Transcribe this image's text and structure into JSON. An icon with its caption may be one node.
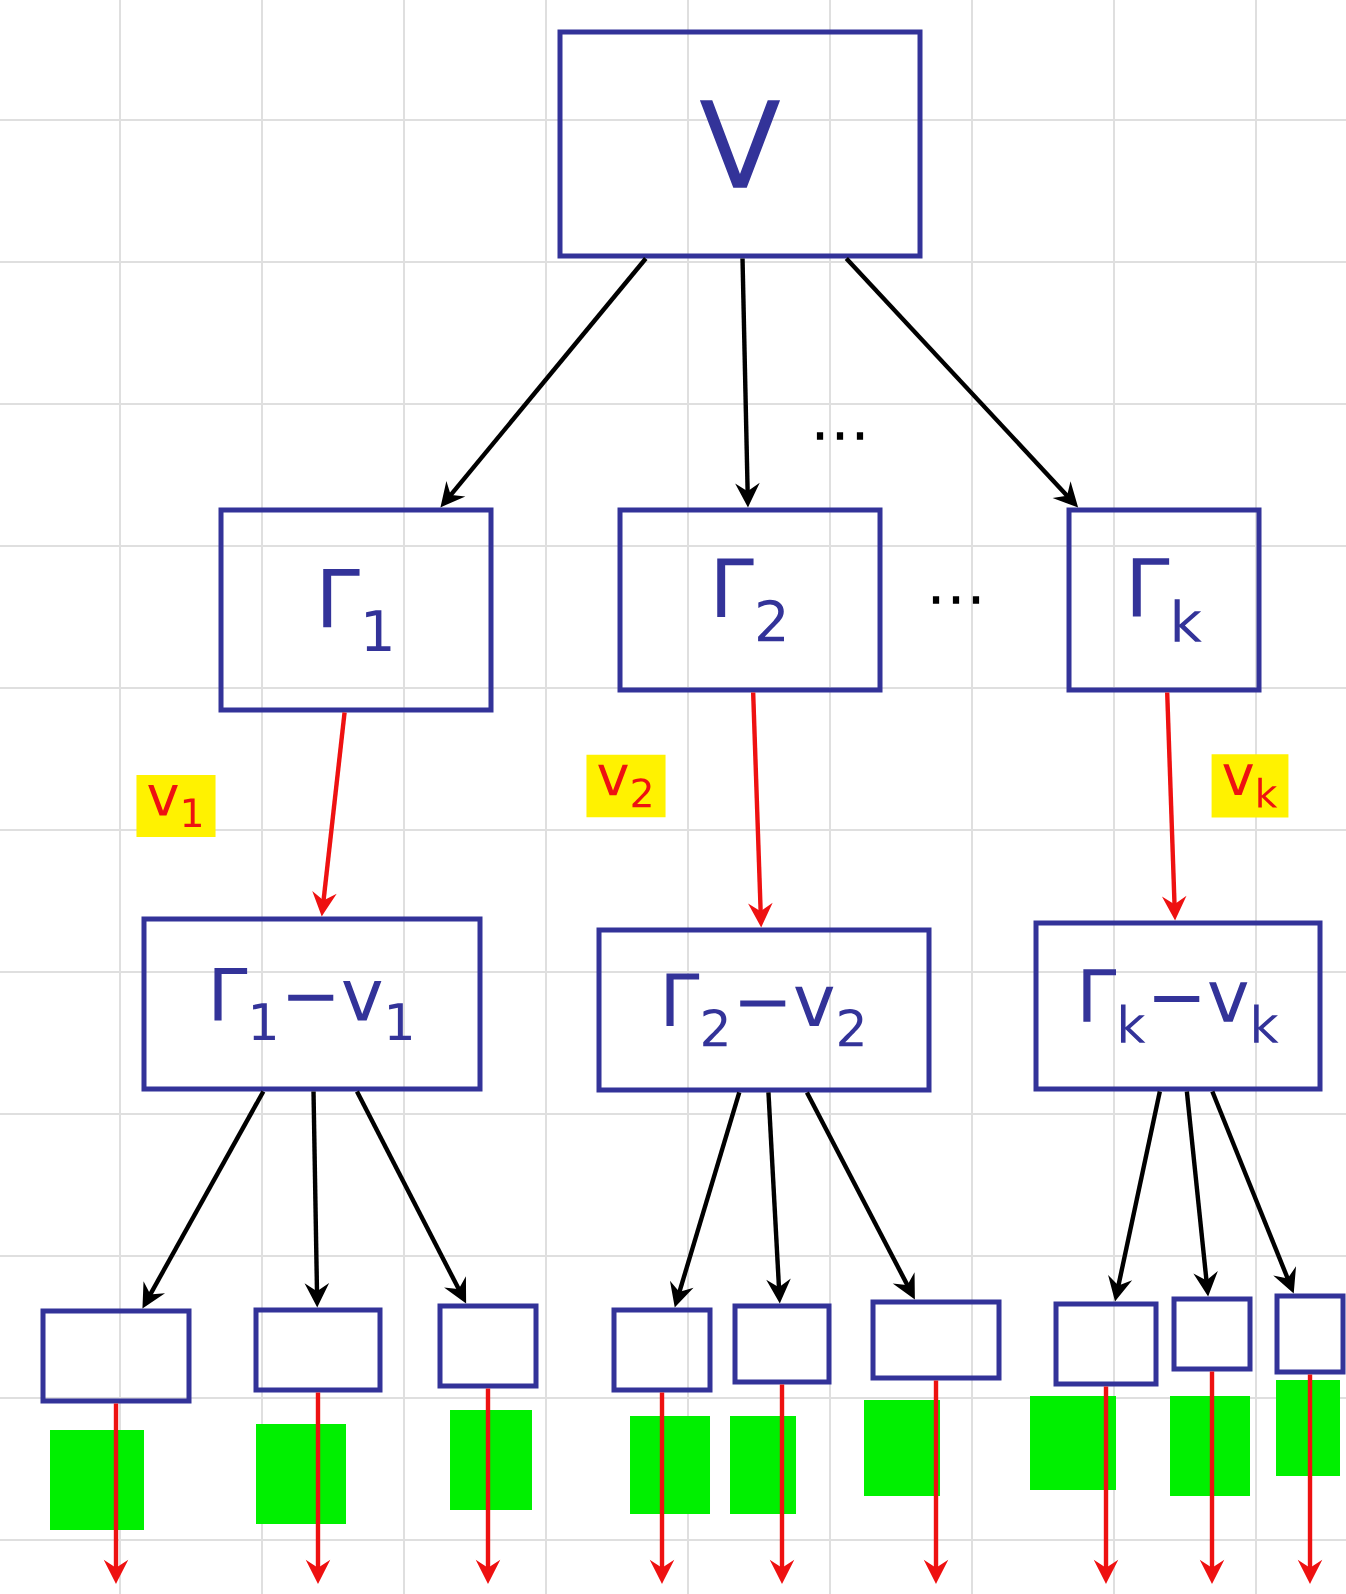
{
  "diagram": {
    "nodes": [
      {
        "text": [
          "V"
        ]
      },
      {
        "text": [
          "Γ$_{1}$"
        ]
      },
      {
        "text": [
          "Γ$_{2}$"
        ]
      },
      {
        "text": [
          "Γ$_{k}$"
        ]
      },
      {
        "text": [
          "Γ$_{1}$−v$_{1}$"
        ]
      },
      {
        "text": [
          "Γ$_{2}$−v$_{2}$"
        ]
      },
      {
        "text": [
          "Γ$_{k}$−v$_{k}$"
        ]
      },
      {
        "text": [],
        "shape": "box"
      },
      {
        "text": [],
        "shape": "box"
      },
      {
        "text": [],
        "shape": "box"
      },
      {
        "text": [],
        "shape": "box"
      },
      {
        "text": [],
        "shape": "box"
      },
      {
        "text": [],
        "shape": "box"
      },
      {
        "text": [],
        "shape": "box"
      },
      {
        "text": [],
        "shape": "box"
      },
      {
        "text": [],
        "shape": "box"
      }
    ],
    "edges": [
      {
        "from": 0,
        "to": 1,
        "arrow": "to"
      },
      {
        "from": 0,
        "to": 2,
        "arrow": "to"
      },
      {
        "from": 0,
        "to": 3,
        "arrow": "to"
      },
      {
        "from": 1,
        "to": 4,
        "arrow": "to",
        "label": "v$_{1}$",
        "color": "#ee1111"
      },
      {
        "from": 2,
        "to": 5,
        "arrow": "to",
        "label": "v$_{2}$",
        "color": "#ee1111"
      },
      {
        "from": 3,
        "to": 6,
        "arrow": "to",
        "label": "v$_{k}$",
        "color": "#ee1111"
      },
      {
        "from": 4,
        "to": 7,
        "arrow": "to"
      },
      {
        "from": 4,
        "to": 8,
        "arrow": "to"
      },
      {
        "from": 4,
        "to": 9,
        "arrow": "to"
      },
      {
        "from": 5,
        "to": 10,
        "arrow": "to"
      },
      {
        "from": 5,
        "to": 11,
        "arrow": "to"
      },
      {
        "from": 5,
        "to": 12,
        "arrow": "to"
      },
      {
        "from": 6,
        "to": 13,
        "arrow": "to"
      },
      {
        "from": 6,
        "to": 14,
        "arrow": "to"
      },
      {
        "from": 6,
        "to": 15,
        "arrow": "to"
      },
      {
        "from": 7,
        "to": null,
        "arrow": "to",
        "color": "#ee1111"
      },
      {
        "from": 8,
        "to": null,
        "arrow": "to",
        "color": "#ee1111"
      },
      {
        "from": 9,
        "to": null,
        "arrow": "to",
        "color": "#ee1111"
      },
      {
        "from": 10,
        "to": null,
        "arrow": "to",
        "color": "#ee1111"
      },
      {
        "from": 11,
        "to": null,
        "arrow": "to",
        "color": "#ee1111"
      },
      {
        "from": 12,
        "to": null,
        "arrow": "to",
        "color": "#ee1111"
      },
      {
        "from": 13,
        "to": null,
        "arrow": "to",
        "color": "#ee1111"
      },
      {
        "from": 14,
        "to": null,
        "arrow": "to",
        "color": "#ee1111"
      },
      {
        "from": 15,
        "to": null,
        "arrow": "to",
        "color": "#ee1111"
      }
    ],
    "labels": [
      "…",
      "…"
    ]
  }
}
